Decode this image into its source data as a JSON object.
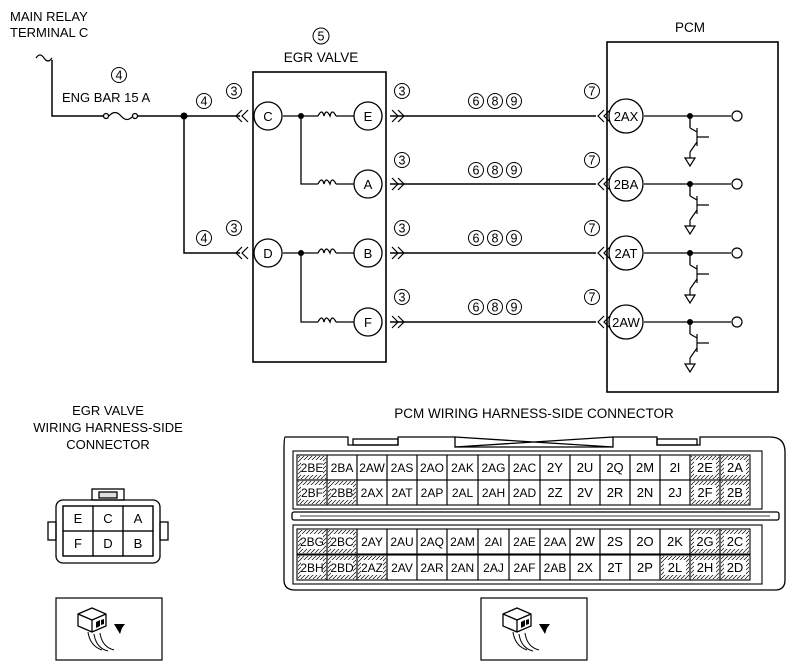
{
  "labels": {
    "relay_line1": "MAIN RELAY",
    "relay_line2": "TERMINAL C",
    "fuse": "ENG BAR 15 A",
    "egr_valve": "EGR VALVE",
    "pcm": "PCM",
    "egr_connector_line1": "EGR VALVE",
    "egr_connector_line2": "WIRING HARNESS-SIDE",
    "egr_connector_line3": "CONNECTOR",
    "pcm_connector": "PCM WIRING HARNESS-SIDE CONNECTOR"
  },
  "refs": {
    "r3": "3",
    "r4": "4",
    "r5": "5",
    "r6": "6",
    "r7": "7",
    "r8": "8",
    "r9": "9"
  },
  "egr_pins": [
    "C",
    "D",
    "E",
    "A",
    "B",
    "F"
  ],
  "pcm_pins": [
    "2AX",
    "2BA",
    "2AT",
    "2AW"
  ],
  "egr_connector": {
    "rows": [
      [
        "E",
        "C",
        "A"
      ],
      [
        "F",
        "D",
        "B"
      ]
    ]
  },
  "pcm_connector": {
    "rows": [
      [
        "2BE",
        "2BA",
        "2AW",
        "2AS",
        "2AO",
        "2AK",
        "2AG",
        "2AC",
        "2Y",
        "2U",
        "2Q",
        "2M",
        "2I",
        "2E",
        "2A"
      ],
      [
        "2BF",
        "2BB",
        "2AX",
        "2AT",
        "2AP",
        "2AL",
        "2AH",
        "2AD",
        "2Z",
        "2V",
        "2R",
        "2N",
        "2J",
        "2F",
        "2B"
      ],
      [
        "2BG",
        "2BC",
        "2AY",
        "2AU",
        "2AQ",
        "2AM",
        "2AI",
        "2AE",
        "2AA",
        "2W",
        "2S",
        "2O",
        "2K",
        "2G",
        "2C"
      ],
      [
        "2BH",
        "2BD",
        "2AZ",
        "2AV",
        "2AR",
        "2AN",
        "2AJ",
        "2AF",
        "2AB",
        "2X",
        "2T",
        "2P",
        "2L",
        "2H",
        "2D"
      ]
    ]
  }
}
